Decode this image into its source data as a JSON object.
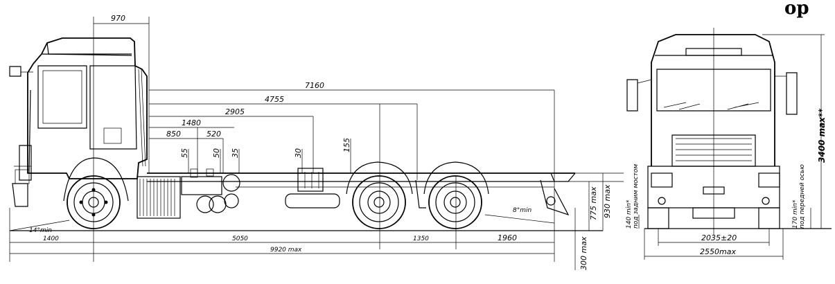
{
  "title_fragment": "ор",
  "side_view": {
    "dimensions": {
      "cab_to_axle": "970",
      "frame_overall": "7160",
      "frame_to_rear_bogie": "4755",
      "frame_to_fifth": "2905",
      "d1480": "1480",
      "d850": "850",
      "d520": "520",
      "v55": "55",
      "v50": "50",
      "v35": "35",
      "v30": "30",
      "v155": "155",
      "front_overhang": "1400",
      "wheelbase": "5050",
      "bogie_spacing": "1350",
      "rear_overhang": "1960",
      "overall_length": "9920 max",
      "approach_angle": "14°min",
      "departure_angle": "8°min",
      "frame_height_laden": "775 max",
      "frame_height_unladen": "930 max",
      "ground_clearance": "300 max"
    }
  },
  "front_view": {
    "dimensions": {
      "overall_height": "3400 max**",
      "rear_axle_clearance": "140 min*",
      "rear_axle_note": "под задним мостом",
      "front_axle_clearance": "170 min*",
      "front_axle_note": "под передней осью",
      "track_width": "2035±20",
      "overall_width": "2550max"
    }
  }
}
